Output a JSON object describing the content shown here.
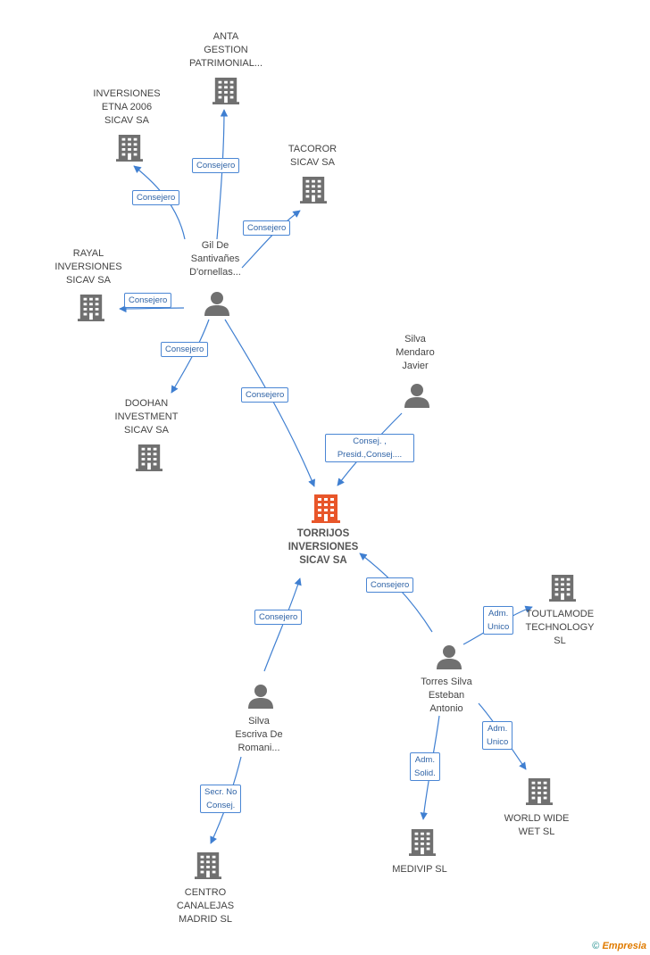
{
  "colors": {
    "edge": "#3f7fd1",
    "building": "#707070",
    "main_building": "#e8562a",
    "person": "#707070"
  },
  "nodes": [
    {
      "id": "main",
      "type": "company",
      "main": true,
      "label": "TORRIJOS\nINVERSIONES\nSICAV SA"
    },
    {
      "id": "anta",
      "type": "company",
      "label": "ANTA\nGESTION\nPATRIMONIAL..."
    },
    {
      "id": "etna",
      "type": "company",
      "label": "INVERSIONES\nETNA 2006\nSICAV SA"
    },
    {
      "id": "tacoror",
      "type": "company",
      "label": "TACOROR\nSICAV SA"
    },
    {
      "id": "rayal",
      "type": "company",
      "label": "RAYAL\nINVERSIONES\nSICAV SA"
    },
    {
      "id": "doohan",
      "type": "company",
      "label": "DOOHAN\nINVESTMENT\nSICAV SA"
    },
    {
      "id": "gil",
      "type": "person",
      "label": "Gil De\nSantivañes\nD'ornellas..."
    },
    {
      "id": "mendaro",
      "type": "person",
      "label": "Silva\nMendaro\nJavier"
    },
    {
      "id": "escriva",
      "type": "person",
      "label": "Silva\nEscriva De\nRomani..."
    },
    {
      "id": "torres",
      "type": "person",
      "label": "Torres Silva\nEsteban\nAntonio"
    },
    {
      "id": "toutlamode",
      "type": "company",
      "label": "TOUTLAMODE\nTECHNOLOGY\nSL"
    },
    {
      "id": "worldwide",
      "type": "company",
      "label": "WORLD WIDE\nWET SL"
    },
    {
      "id": "medivip",
      "type": "company",
      "label": "MEDIVIP SL"
    },
    {
      "id": "centro",
      "type": "company",
      "label": "CENTRO\nCANALEJAS\nMADRID SL"
    }
  ],
  "relations": [
    {
      "id": "r_anta",
      "label": "Consejero"
    },
    {
      "id": "r_etna",
      "label": "Consejero"
    },
    {
      "id": "r_tacoror",
      "label": "Consejero"
    },
    {
      "id": "r_rayal",
      "label": "Consejero"
    },
    {
      "id": "r_doohan",
      "label": "Consejero"
    },
    {
      "id": "r_gil_main",
      "label": "Consejero"
    },
    {
      "id": "r_mendaro",
      "label": "Consej. ,\nPresid.,Consej...."
    },
    {
      "id": "r_escriva_main",
      "label": "Consejero"
    },
    {
      "id": "r_torres_main",
      "label": "Consejero"
    },
    {
      "id": "r_toutlamode",
      "label": "Adm.\nUnico"
    },
    {
      "id": "r_worldwide",
      "label": "Adm.\nUnico"
    },
    {
      "id": "r_medivip",
      "label": "Adm.\nSolid."
    },
    {
      "id": "r_centro",
      "label": "Secr. No\nConsej."
    }
  ],
  "footer": {
    "copyright": "©",
    "brand": "Empresia"
  }
}
